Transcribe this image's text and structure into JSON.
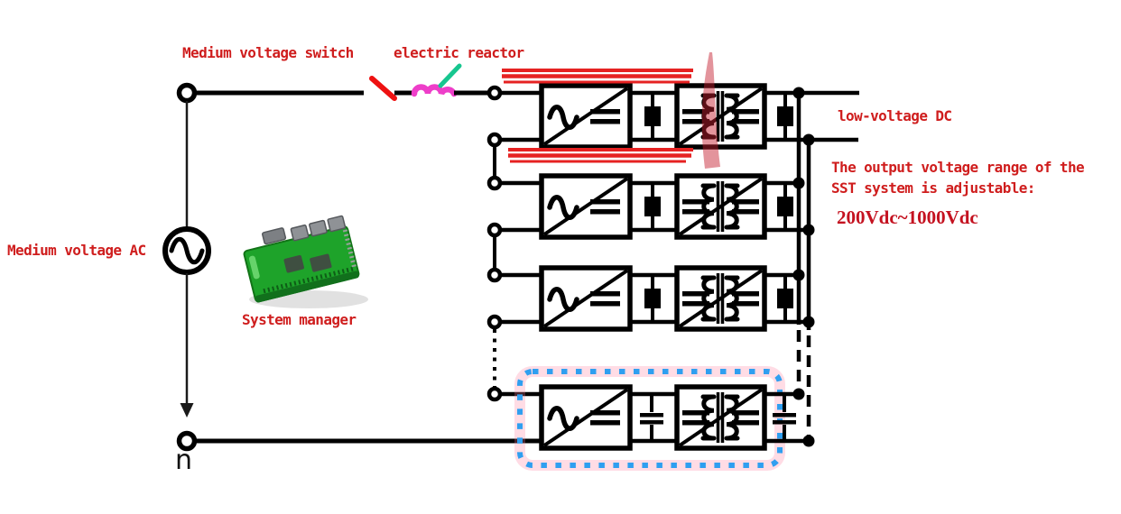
{
  "diagram": {
    "title_implicit": "SST (solid state transformer) system circuit diagram",
    "labels": {
      "medium_voltage_switch": "Medium voltage switch",
      "electric_reactor": "electric reactor",
      "medium_voltage_ac": "Medium voltage AC",
      "system_manager": "System manager",
      "neutral_node": "n",
      "low_voltage_dc": "low-voltage DC",
      "note_line1": "The output voltage range of the",
      "note_line2": "SST system is adjustable:",
      "voltage_range": "200Vdc~1000Vdc"
    },
    "modules": {
      "count": 4,
      "per_module_stages": [
        "AC/DC converter",
        "DC-link capacitor",
        "isolated DC/DC converter with transformer",
        "output capacitor"
      ],
      "input_connection": "cascaded in series from medium-voltage phase to neutral n",
      "output_connection": "paralleled onto two low-voltage DC bus bars",
      "last_module_highlight": "blue dotted selection box",
      "first_module_highlight": "red marker strokes above, below and across transformer"
    },
    "colors": {
      "label_red": "#cf1d1d",
      "voltage_range_red": "#c41220",
      "wire_black": "#000000",
      "switch_blade_red": "#ee1111",
      "reactor_pink": "#ee3ec9",
      "green_mark": "#17c68f",
      "highlight_red": "#e62222",
      "selection_blue": "#2f9ff0",
      "pcb_green": "#1ea32a"
    }
  }
}
